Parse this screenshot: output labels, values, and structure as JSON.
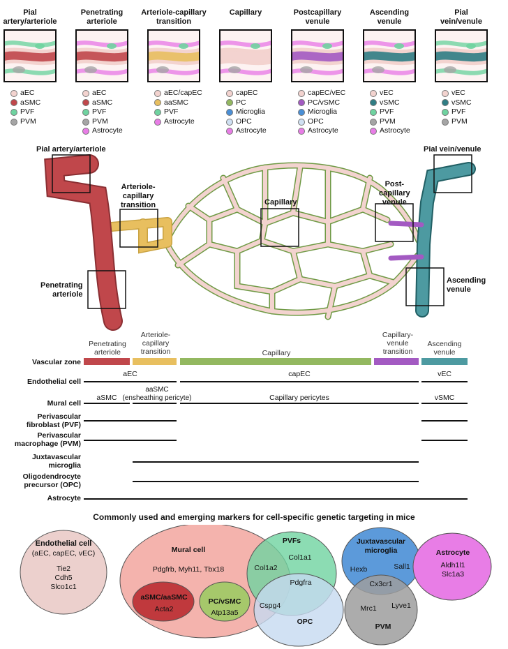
{
  "columns": [
    {
      "title": "Pial\nartery/arteriole",
      "legend": [
        {
          "label": "aEC",
          "color": "#f3d3cf"
        },
        {
          "label": "aSMC",
          "color": "#c0474b"
        },
        {
          "label": "PVF",
          "color": "#6fd3a0"
        },
        {
          "label": "PVM",
          "color": "#a5a5a5"
        }
      ]
    },
    {
      "title": "Penetrating\narteriole",
      "legend": [
        {
          "label": "aEC",
          "color": "#f3d3cf"
        },
        {
          "label": "aSMC",
          "color": "#c0474b"
        },
        {
          "label": "PVF",
          "color": "#6fd3a0"
        },
        {
          "label": "PVM",
          "color": "#a5a5a5"
        },
        {
          "label": "Astrocyte",
          "color": "#e87de6"
        }
      ]
    },
    {
      "title": "Arteriole-capillary\ntransition",
      "legend": [
        {
          "label": "aEC/capEC",
          "color": "#f3d3cf"
        },
        {
          "label": "aaSMC",
          "color": "#e8bf5f"
        },
        {
          "label": "PVF",
          "color": "#6fd3a0"
        },
        {
          "label": "Astrocyte",
          "color": "#e87de6"
        }
      ]
    },
    {
      "title": "Capillary",
      "legend": [
        {
          "label": "capEC",
          "color": "#f3d3cf"
        },
        {
          "label": "PC",
          "color": "#93b860"
        },
        {
          "label": "Microglia",
          "color": "#4a8fd6"
        },
        {
          "label": "OPC",
          "color": "#cfe0f2"
        },
        {
          "label": "Astrocyte",
          "color": "#e87de6"
        }
      ]
    },
    {
      "title": "Postcapillary\nvenule",
      "legend": [
        {
          "label": "capEC/vEC",
          "color": "#f3d3cf"
        },
        {
          "label": "PC/vSMC",
          "color": "#a35ac2"
        },
        {
          "label": "Microglia",
          "color": "#4a8fd6"
        },
        {
          "label": "OPC",
          "color": "#cfe0f2"
        },
        {
          "label": "Astrocyte",
          "color": "#e87de6"
        }
      ]
    },
    {
      "title": "Ascending\nvenule",
      "legend": [
        {
          "label": "vEC",
          "color": "#f3d3cf"
        },
        {
          "label": "vSMC",
          "color": "#2f7d84"
        },
        {
          "label": "PVF",
          "color": "#6fd3a0"
        },
        {
          "label": "PVM",
          "color": "#a5a5a5"
        },
        {
          "label": "Astrocyte",
          "color": "#e87de6"
        }
      ]
    },
    {
      "title": "Pial\nvein/venule",
      "legend": [
        {
          "label": "vEC",
          "color": "#f3d3cf"
        },
        {
          "label": "vSMC",
          "color": "#2f7d84"
        },
        {
          "label": "PVF",
          "color": "#6fd3a0"
        },
        {
          "label": "PVM",
          "color": "#a5a5a5"
        }
      ]
    }
  ],
  "diagram_labels": {
    "pial_artery": "Pial artery/arteriole",
    "transition": "Arteriole-\ncapillary\ntransition",
    "penetrating": "Penetrating\narteriole",
    "capillary": "Capillary",
    "postcap": "Post-\ncapillary\nvenule",
    "pial_vein": "Pial vein/venule",
    "ascending": "Ascending\nvenule"
  },
  "zone_headers": [
    "Penetrating\narteriole",
    "Arteriole-\ncapillary\ntransition",
    "Capillary",
    "Capillary-\nvenule\ntransition",
    "Ascending\nvenule"
  ],
  "zone_colors": [
    "#c0474b",
    "#e8bf5f",
    "#93b860",
    "#a35ac2",
    "#4d9aa1"
  ],
  "rows": {
    "vascular_zone": "Vascular zone",
    "endothelial": "Endothelial cell",
    "endothelial_subs": [
      "aEC",
      "capEC",
      "vEC"
    ],
    "mural": "Mural cell",
    "mural_subs": [
      "aSMC",
      "aaSMC\n(ensheathing pericyte)",
      "Capillary pericytes",
      "vSMC"
    ],
    "pvf": "Perivascular\nfibroblast (PVF)",
    "pvm": "Perivascular\nmacrophage (PVM)",
    "microglia": "Juxtavascular\nmicroglia",
    "opc": "Oligodendrocyte\nprecursor (OPC)",
    "astrocyte": "Astrocyte"
  },
  "markers": {
    "title": "Commonly used and emerging markers for cell-specific genetic targeting in mice",
    "endothelial": {
      "title": "Endothelial cell",
      "sub": "(aEC, capEC, vEC)",
      "genes": "Tie2\nCdh5\nSlco1c1"
    },
    "mural": {
      "title": "Mural cell",
      "genes": "Pdgfrb, Myh11, Tbx18"
    },
    "asmc": {
      "title": "aSMC/aaSMC",
      "genes": "Acta2"
    },
    "pcvsmc": {
      "title": "PC/vSMC",
      "genes": "Atp13a5"
    },
    "pvfs": {
      "title": "PVFs",
      "genes": "Col1a1"
    },
    "overlap_col1a2": "Col1a2",
    "overlap_pdgfra": "Pdgfra",
    "overlap_cspg4": "Cspg4",
    "opc": "OPC",
    "microglia": {
      "title": "Juxtavascular\nmicroglia",
      "g1": "Hexb",
      "g2": "Sall1"
    },
    "overlap_cx3cr1": "Cx3cr1",
    "pvm": {
      "title": "PVM",
      "g1": "Mrc1",
      "g2": "Lyve1"
    },
    "astrocyte": {
      "title": "Astrocyte",
      "genes": "Aldh1l1\nSlc1a3"
    }
  }
}
